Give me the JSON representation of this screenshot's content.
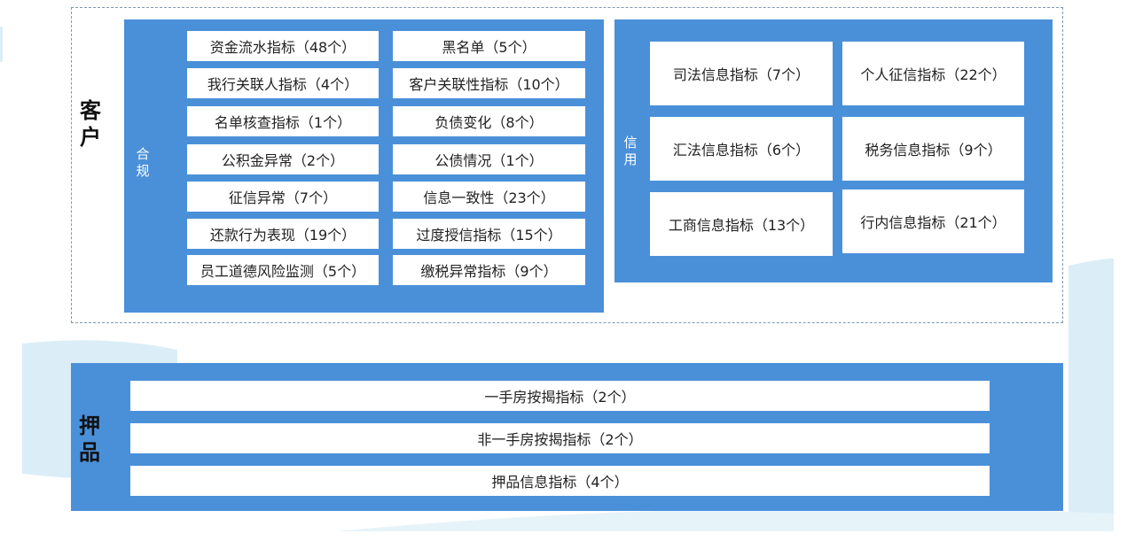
{
  "colors": {
    "panel_blue": "#4a90d9",
    "card_white": "#ffffff",
    "bg_light_blue": "#d9ecf6"
  },
  "customer": {
    "label": "客户",
    "compliance": {
      "label": "合规",
      "left_items": [
        "资金流水指标（48个）",
        "我行关联人指标（4个）",
        "名单核查指标（1个）",
        "公积金异常（2个）",
        "征信异常（7个）",
        "还款行为表现（19个）",
        "员工道德风险监测（5个）"
      ],
      "right_items": [
        "黑名单（5个）",
        "客户关联性指标（10个）",
        "负债变化（8个）",
        "公债情况（1个）",
        "信息一致性（23个）",
        "过度授信指标（15个）",
        "缴税异常指标（9个）"
      ]
    },
    "credit": {
      "label": "信用",
      "left_items": [
        "司法信息指标（7个）",
        "汇法信息指标（6个）",
        "工商信息指标（13个）"
      ],
      "right_items": [
        "个人征信指标（22个）",
        "税务信息指标（9个）",
        "行内信息指标（21个）"
      ]
    }
  },
  "collateral": {
    "label": "押品",
    "items": [
      "一手房按揭指标（2个）",
      "非一手房按揭指标（2个）",
      "押品信息指标（4个）"
    ]
  }
}
